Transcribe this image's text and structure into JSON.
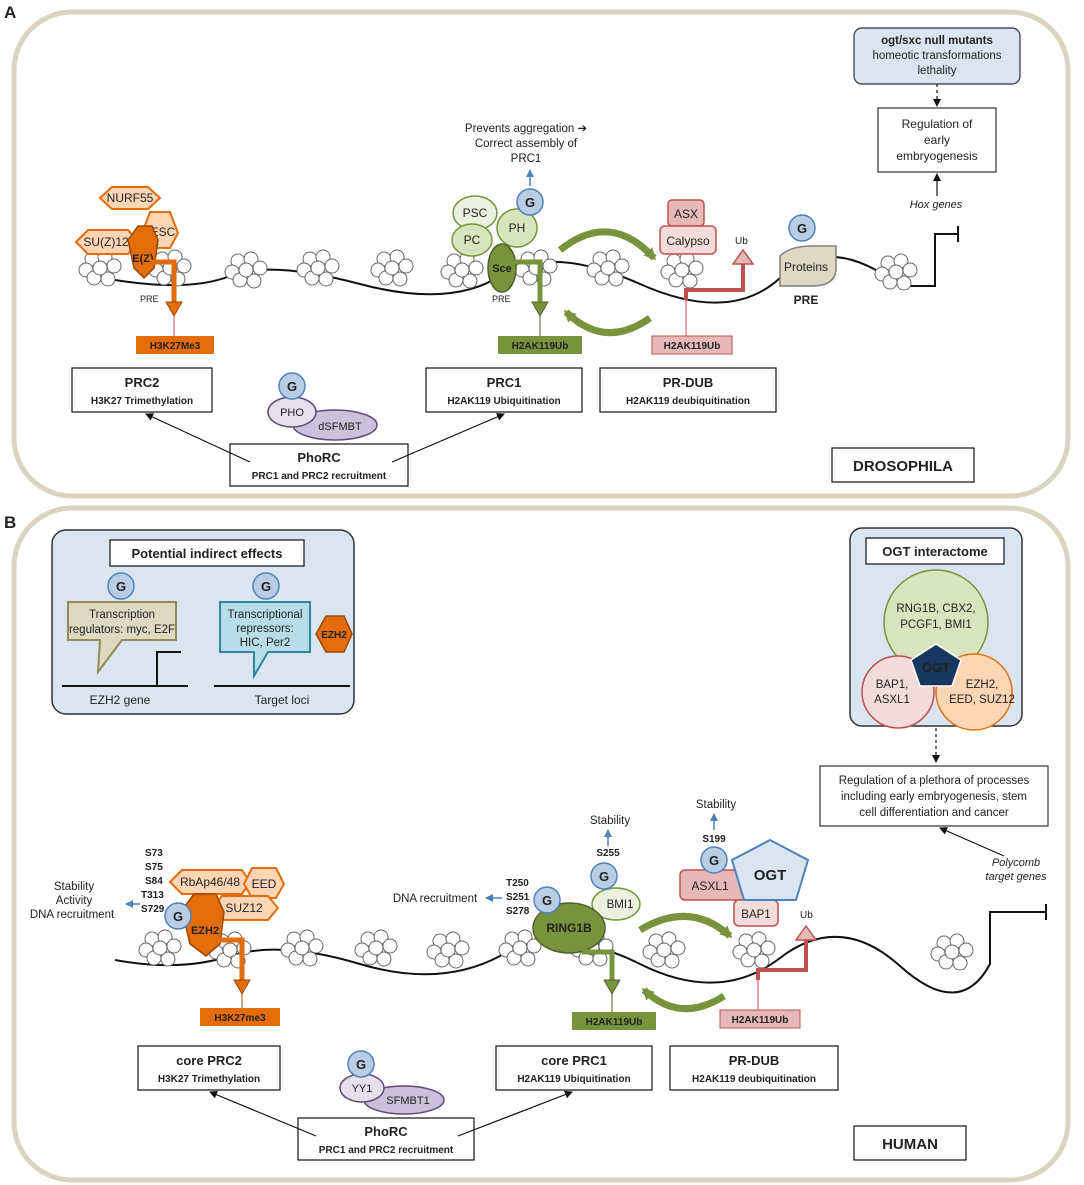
{
  "colors": {
    "panel_border": "#d8d4bf",
    "inset_fill": "#dbe5f1",
    "prc2_orange": "#e46c0a",
    "prc2_light": "#fcd5b4",
    "prc1_green": "#77933c",
    "prc1_light": "#d7e4bc",
    "dub_red": "#e6b9b8",
    "dub_dark": "#c0504d",
    "phorc_purple": "#ccc1da",
    "glc_blue": "#b9cde5",
    "ogt_navy": "#17375e",
    "arrow_blue": "#4f81bd"
  },
  "panel_a": {
    "label": "A",
    "organism": "DROSOPHILA",
    "prc2_proteins": {
      "nurf55": "NURF55",
      "esc": "ESC",
      "suz12": "SU(Z)12",
      "ez": "E(Z)"
    },
    "pre_label": "PRE",
    "pre_label_bold": "PRE",
    "h3k27": "H3K27Me3",
    "prc1_proteins": {
      "psc": "PSC",
      "pc": "PC",
      "ph": "PH",
      "sce": "Sce"
    },
    "h2ak119_prc1": "H2AK119Ub",
    "h2ak119_dub": "H2AK119Ub",
    "dub_proteins": {
      "asx": "ASX",
      "calypso": "Calypso"
    },
    "ub": "Ub",
    "g": "G",
    "proteins": "Proteins",
    "prevents_line1": "Prevents aggregation ➔",
    "prevents_line2": "Correct assembly of",
    "prevents_line3": "PRC1",
    "mutants_title": "ogt/sxc  null mutants",
    "mutants_line2": "homeotic transformations",
    "mutants_line3": "lethality",
    "regulation_line1": "Regulation of",
    "regulation_line2": "early",
    "regulation_line3": "embryogenesis",
    "hox_genes": "Hox genes",
    "prc2_title": "PRC2",
    "prc2_sub": "H3K27  Trimethylation",
    "prc1_title": "PRC1",
    "prc1_sub": "H2AK119  Ubiquitination",
    "prdub_title": "PR-DUB",
    "prdub_sub": "H2AK119  deubiquitination",
    "phorc_proteins": {
      "pho": "PHO",
      "dsfmbt": "dSFMBT"
    },
    "phorc_title": "PhoRC",
    "phorc_sub": "PRC1 and PRC2 recruitment"
  },
  "panel_b": {
    "label": "B",
    "organism": "HUMAN",
    "indirect_title": "Potential indirect effects",
    "tr_line1": "Transcription",
    "tr_line2": "regulators: myc, E2F",
    "rep_line1": "Transcriptional",
    "rep_line2": "repressors:",
    "rep_line3": "HIC, Per2",
    "ezh2_small": "EZH2",
    "ezh2_gene": "EZH2 gene",
    "target_loci": "Target loci",
    "interactome_title": "OGT interactome",
    "int_green1": "RNG1B, CBX2,",
    "int_green2": "PCGF1, BMI1",
    "int_red1": "BAP1,",
    "int_red2": "ASXL1",
    "int_orange1": "EZH2,",
    "int_orange2": "EED, SUZ12",
    "ogt": "OGT",
    "reg_line1": "Regulation of a plethora of processes",
    "reg_line2": "including early embryogenesis, stem",
    "reg_line3": "cell differentiation and cancer",
    "polycomb1": "Polycomb",
    "polycomb2": "target genes",
    "ezh2_sites": [
      "S73",
      "S75",
      "S84",
      "T313",
      "S729"
    ],
    "ezh2_effects": [
      "Stability",
      "Activity",
      "DNA recruitment"
    ],
    "prc2_proteins": {
      "rbap": "RbAp46/48",
      "eed": "EED",
      "suz12": "SUZ12",
      "ezh2": "EZH2"
    },
    "h3k27": "H3K27me3",
    "dna_recruitment": "DNA recruitment",
    "ring1b_sites": [
      "T250",
      "S251",
      "S278"
    ],
    "ring1b": "RING1B",
    "bmi1": "BMI1",
    "bmi1_site": "S255",
    "stability": "Stability",
    "asxl1_site": "S199",
    "asxl1": "ASXL1",
    "bap1": "BAP1",
    "ub": "Ub",
    "g": "G",
    "h2ak119_prc1": "H2AK119Ub",
    "h2ak119_dub": "H2AK119Ub",
    "prc2_title": "core PRC2",
    "prc2_sub": "H3K27  Trimethylation",
    "prc1_title": "core PRC1",
    "prc1_sub": "H2AK119  Ubiquitination",
    "prdub_title": "PR-DUB",
    "prdub_sub": "H2AK119  deubiquitination",
    "phorc_proteins": {
      "yy1": "YY1",
      "sfmbt1": "SFMBT1"
    },
    "phorc_title": "PhoRC",
    "phorc_sub": "PRC1 and PRC2 recruitment"
  }
}
